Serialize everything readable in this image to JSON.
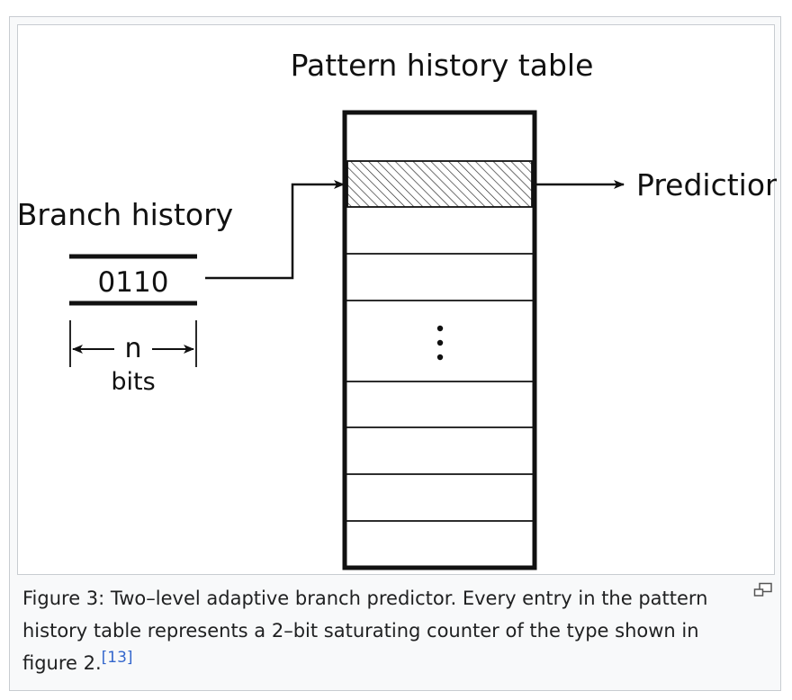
{
  "figure": {
    "table_title": "Pattern history table",
    "branch_history_label": "Branch history",
    "register_value": "0110",
    "width_symbol": "n",
    "width_unit": "bits",
    "ellipsis": "⋮",
    "output_label": "Prediction"
  },
  "caption": {
    "text": "Figure 3: Two–level adaptive branch predictor. Every entry in the pattern history table represents a 2–bit saturating counter of the type shown in figure 2.",
    "reference": "[13]"
  },
  "icons": {
    "magnify": "magnify-clip-icon"
  }
}
